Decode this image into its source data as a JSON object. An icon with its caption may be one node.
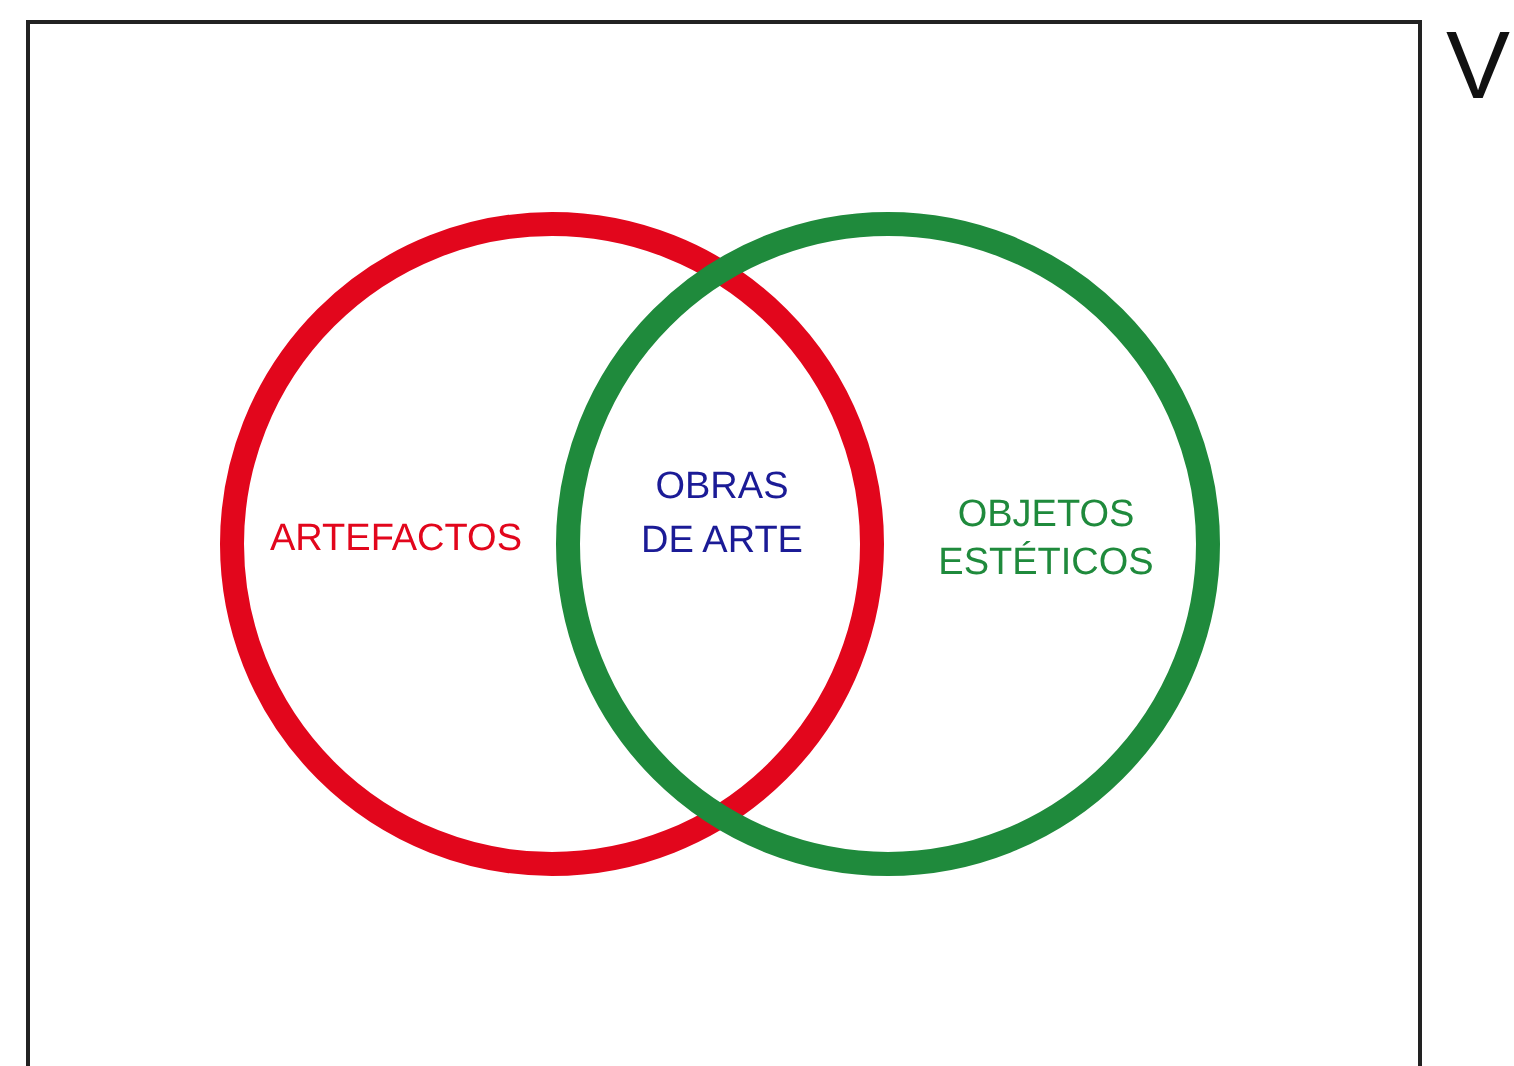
{
  "diagram": {
    "nodes": [
      {
        "text": [
          "ARTEFACTOS"
        ]
      },
      {
        "text": [
          "OBJETOS ESTÉTICOS"
        ]
      }
    ],
    "labels": [
      "OBRAS DE ARTE",
      "V"
    ]
  }
}
